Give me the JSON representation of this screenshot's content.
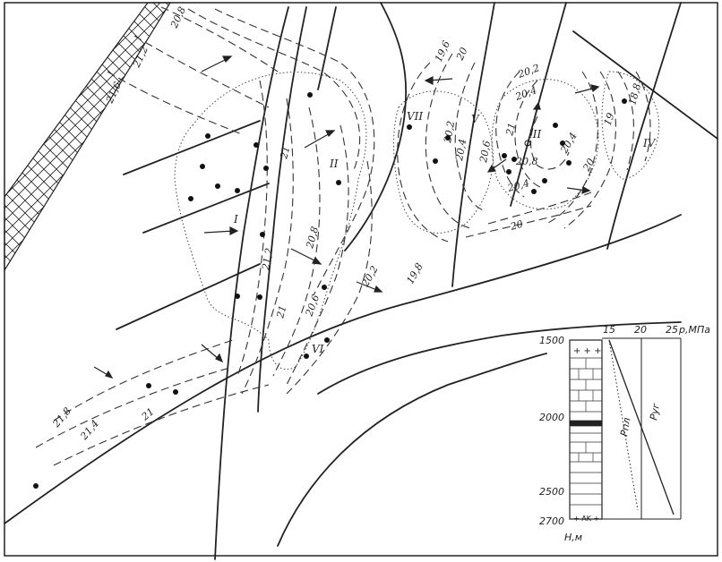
{
  "isolines": [
    {
      "id": "iso-20-8",
      "label": "20,8"
    },
    {
      "id": "iso-21-2-nw",
      "label": "21,2"
    },
    {
      "id": "iso-21-6",
      "label": "21,6"
    },
    {
      "id": "iso-21-c",
      "label": "21"
    },
    {
      "id": "iso-21-2-c",
      "label": "21,2"
    },
    {
      "id": "iso-20-8-c",
      "label": "20,8"
    },
    {
      "id": "iso-20-6-c",
      "label": "20,6"
    },
    {
      "id": "iso-20-2-c",
      "label": "20,2"
    },
    {
      "id": "iso-19-8",
      "label": "19,8"
    },
    {
      "id": "iso-21-s",
      "label": "21"
    },
    {
      "id": "iso-21-8",
      "label": "21,8"
    },
    {
      "id": "iso-21-4",
      "label": "21,4"
    },
    {
      "id": "iso-21-sw",
      "label": "21"
    },
    {
      "id": "iso-19-6",
      "label": "19,6"
    },
    {
      "id": "iso-20-n",
      "label": "20"
    },
    {
      "id": "iso-20-2-v",
      "label": "20,2"
    },
    {
      "id": "iso-20-4-v",
      "label": "20,4"
    },
    {
      "id": "iso-20-2-ne",
      "label": "20,2"
    },
    {
      "id": "iso-20-4-ne",
      "label": "20,4"
    },
    {
      "id": "iso-20-6-iii",
      "label": "20,6"
    },
    {
      "id": "iso-21-iii",
      "label": "21"
    },
    {
      "id": "iso-20-8-iii",
      "label": "20,8"
    },
    {
      "id": "iso-20-4-iii",
      "label": "20,4"
    },
    {
      "id": "iso-20-iii",
      "label": "20"
    },
    {
      "id": "iso-20-4-e",
      "label": "20,4"
    },
    {
      "id": "iso-20-e",
      "label": "20"
    },
    {
      "id": "iso-19-e",
      "label": "19"
    },
    {
      "id": "iso-18-8",
      "label": "18,8"
    }
  ],
  "blocks": [
    "I",
    "II",
    "III",
    "IV",
    "V",
    "VI",
    "VII"
  ],
  "legend": {
    "x_ticks": [
      "15",
      "20",
      "25"
    ],
    "x_unit": "p,МПа",
    "y_ticks": [
      "1500",
      "2000",
      "2500",
      "2700"
    ],
    "y_unit": "Н,м",
    "curve_upper": "Pпл",
    "curve_lower": "Pуг"
  }
}
